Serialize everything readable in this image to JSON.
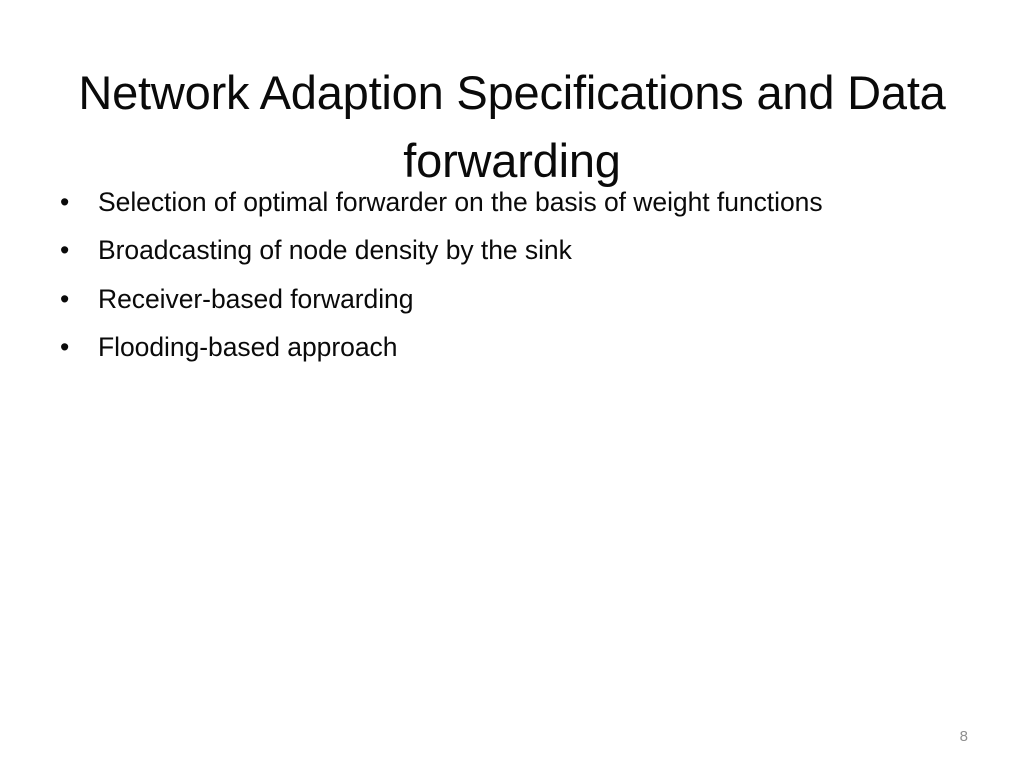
{
  "slide": {
    "title": "Network Adaption Specifications and Data forwarding",
    "background_color": "#ffffff",
    "text_color": "#0a0a0a",
    "bullets": [
      {
        "glyph": "•",
        "text": "Selection of optimal forwarder on the basis of weight functions"
      },
      {
        "glyph": "•",
        "text": "Broadcasting of node density by the sink"
      },
      {
        "glyph": "•",
        "text": "Receiver-based forwarding"
      },
      {
        "glyph": "•",
        "text": "Flooding-based approach"
      }
    ],
    "page_number": "8",
    "page_number_color": "#8f8f8f"
  }
}
